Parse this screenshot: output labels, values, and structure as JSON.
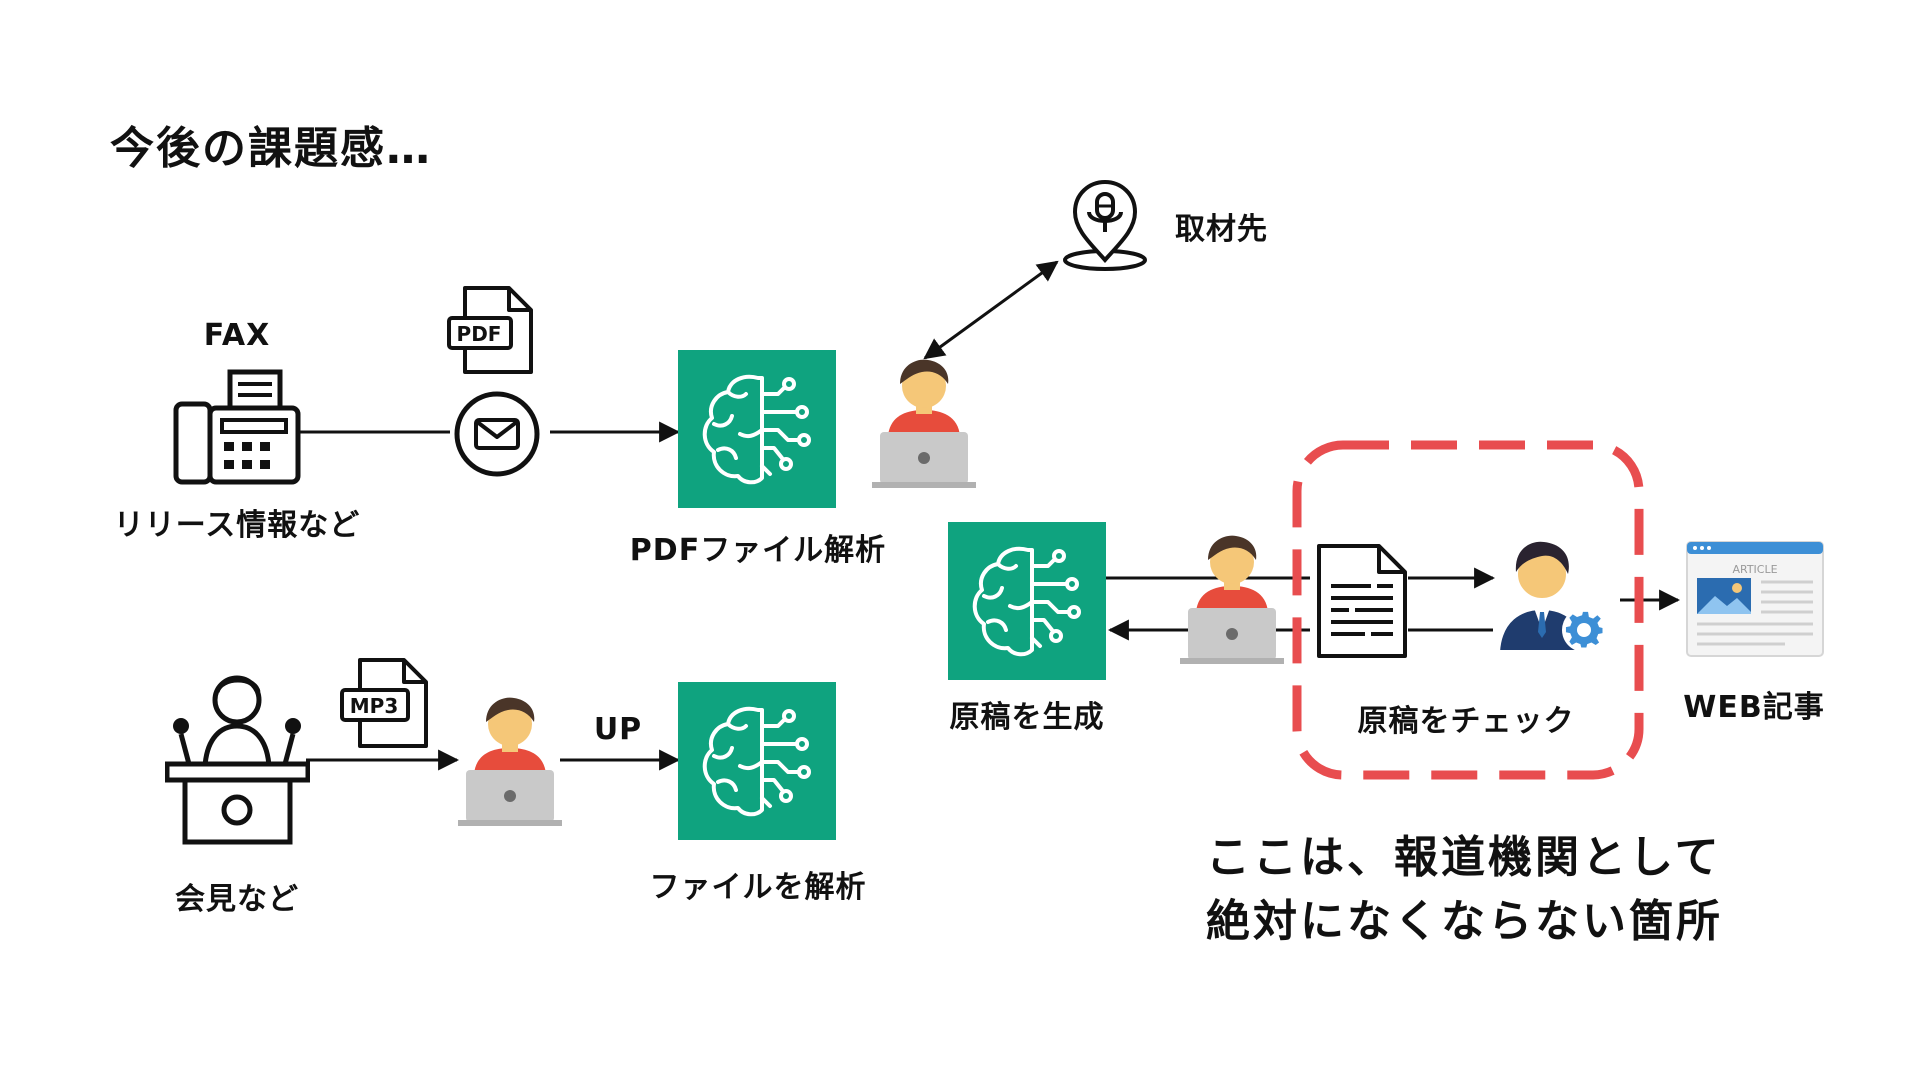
{
  "title": "今後の課題感…",
  "nodes": {
    "fax": "FAX",
    "release": "リリース情報など",
    "pdf_badge": "PDF",
    "pdf_analysis": "PDFファイル解析",
    "source": "取材先",
    "press": "会見など",
    "mp3_badge": "MP3",
    "up": "UP",
    "file_analysis": "ファイルを解析",
    "generate": "原稿を生成",
    "check": "原稿をチェック",
    "article_badge": "ARTICLE",
    "web": "WEB記事"
  },
  "note": {
    "line1": "ここは、報道機関として",
    "line2": "絶対になくならない箇所"
  },
  "colors": {
    "ai_green": "#0fa37f",
    "dash_red": "#e84d4f",
    "skin": "#f5c778",
    "hair": "#4a3528",
    "shirt": "#e74c3c",
    "laptop": "#c9c9c9",
    "suit": "#1f3c6e",
    "gear": "#3d8fd6"
  }
}
